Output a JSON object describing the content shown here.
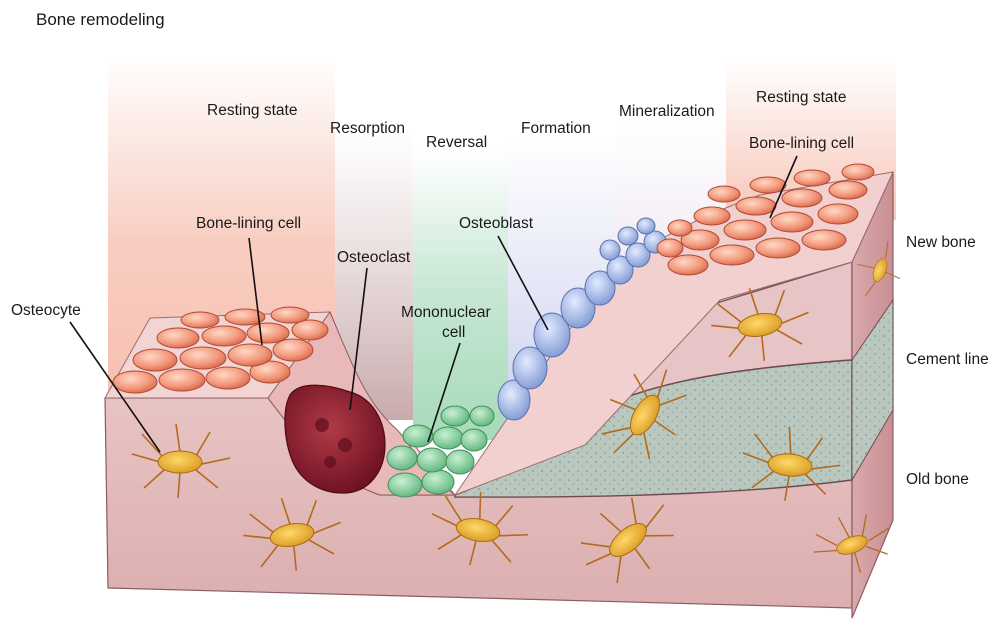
{
  "title": "Bone remodeling",
  "stages": {
    "resting_left": "Resting state",
    "resorption": "Resorption",
    "reversal": "Reversal",
    "formation": "Formation",
    "mineralization": "Mineralization",
    "resting_right": "Resting state"
  },
  "cell_labels": {
    "bone_lining_left": "Bone-lining cell",
    "bone_lining_right": "Bone-lining cell",
    "osteoclast": "Osteoclast",
    "osteoblast": "Osteoblast",
    "mononuclear_line1": "Mononuclear",
    "mononuclear_line2": "cell",
    "osteocyte": "Osteocyte"
  },
  "layer_labels": {
    "new_bone": "New bone",
    "cement_line": "Cement line",
    "old_bone": "Old bone"
  },
  "colors": {
    "resting_glow": "#f3a58f",
    "resorption_glow": "#c9a7a7",
    "reversal_glow": "#9fd6b4",
    "formation_glow": "#b9bde8",
    "bone_pink": "#e9c6c4",
    "old_bone_gray": "#b7c4bd",
    "lining_cell": "#f08a6e",
    "osteoclast": "#8e1f2e",
    "mononuclear": "#7ccd96",
    "osteoblast": "#8ea6dc",
    "osteocyte": "#e4a81f"
  }
}
